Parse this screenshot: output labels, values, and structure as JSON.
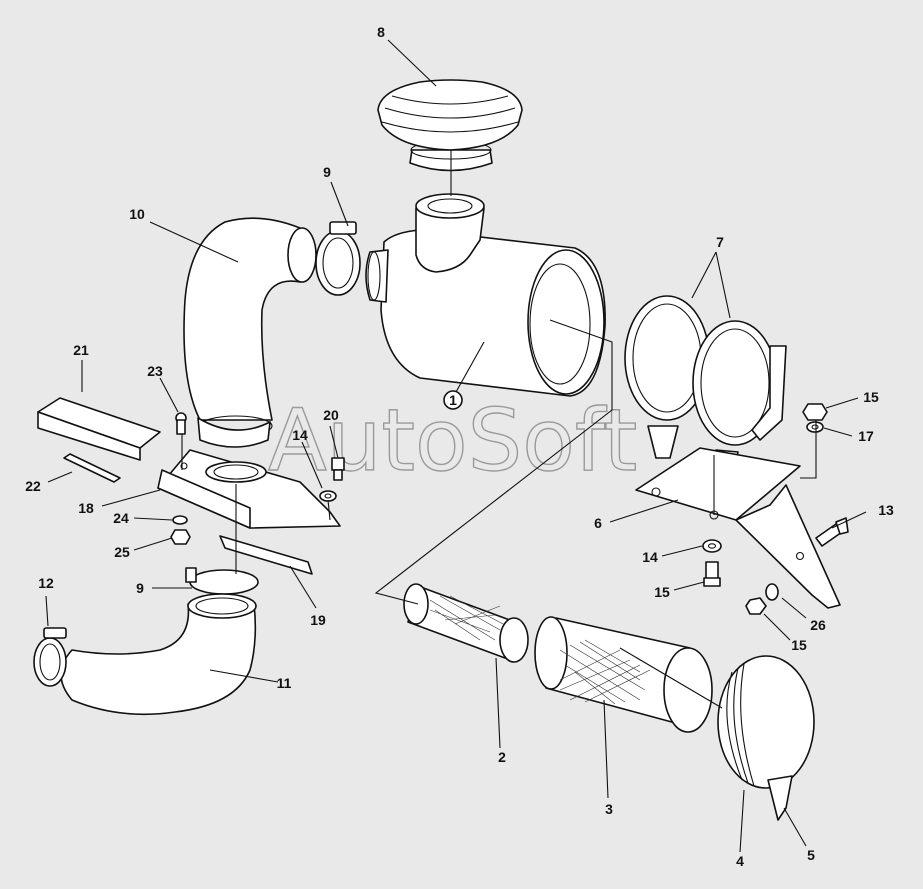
{
  "watermark": "AutoSoft",
  "labels": {
    "l1": "1",
    "l2": "2",
    "l3": "3",
    "l4": "4",
    "l5": "5",
    "l6": "6",
    "l7": "7",
    "l8": "8",
    "l9a": "9",
    "l9b": "9",
    "l10": "10",
    "l11": "11",
    "l12": "12",
    "l13": "13",
    "l14a": "14",
    "l14b": "14",
    "l15a": "15",
    "l15b": "15",
    "l15c": "15",
    "l17": "17",
    "l18": "18",
    "l19": "19",
    "l20": "20",
    "l21": "21",
    "l22": "22",
    "l23": "23",
    "l24": "24",
    "l25": "25",
    "l26": "26"
  }
}
